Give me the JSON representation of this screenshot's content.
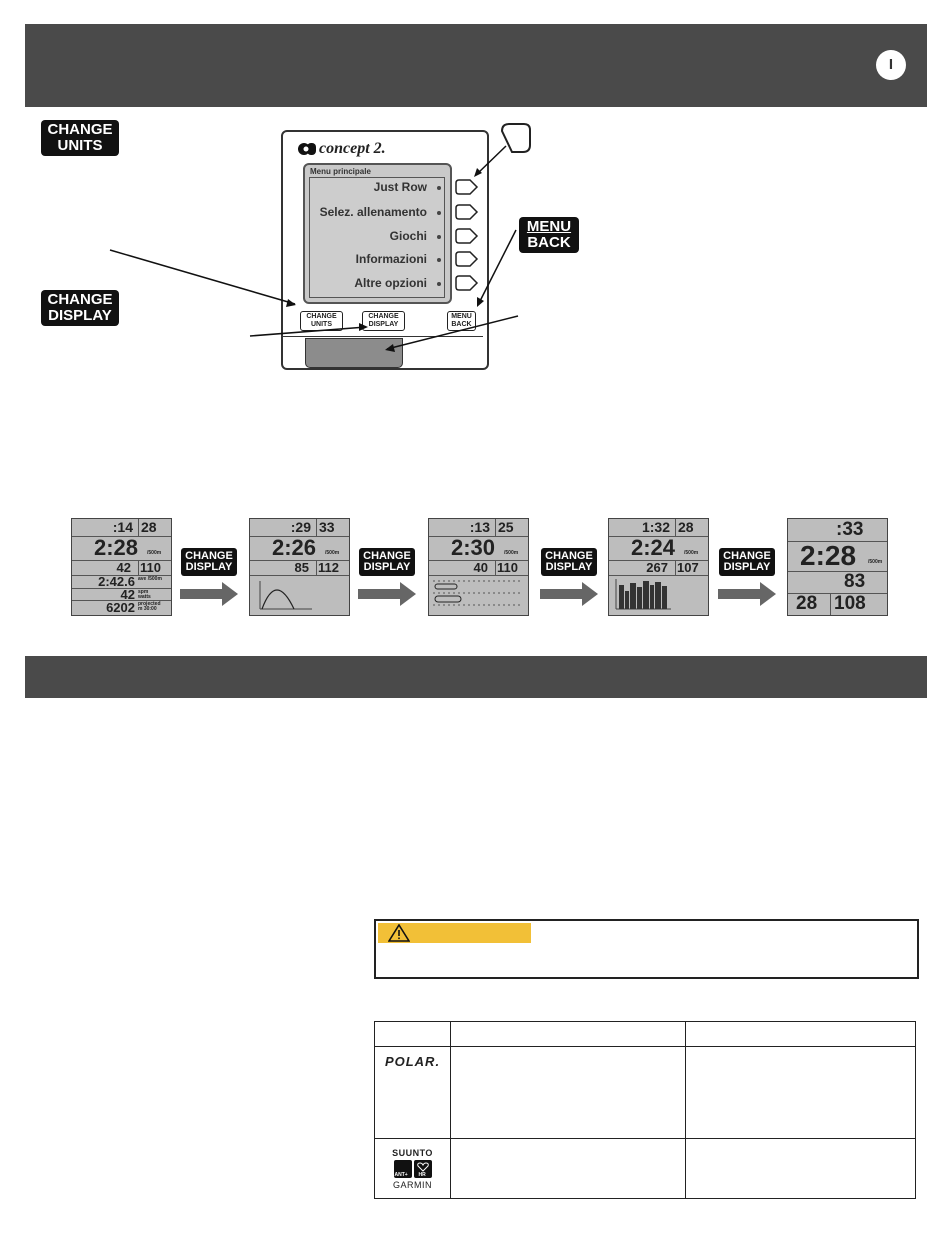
{
  "header": {
    "lang_badge": "I"
  },
  "keys": {
    "change_units": [
      "CHANGE",
      "UNITS"
    ],
    "change_display": [
      "CHANGE",
      "DISPLAY"
    ],
    "menu_back": [
      "MENU",
      "BACK"
    ]
  },
  "monitor": {
    "logo": "concept 2.",
    "menu_title": "Menu principale",
    "menu_items": [
      "Just Row",
      "Selez. allenamento",
      "Giochi",
      "Informazioni",
      "Altre opzioni"
    ],
    "buttons": {
      "change_units": [
        "CHANGE",
        "UNITS"
      ],
      "change_display": [
        "CHANGE",
        "DISPLAY"
      ],
      "menu_back": [
        "MENU",
        "BACK"
      ]
    }
  },
  "displays": [
    {
      "top_left": ":14",
      "top_right": "28",
      "main": "2:28",
      "main_unit": "/500m",
      "mid_left": "42",
      "mid_right": "110",
      "rows": [
        {
          "value": "2:42.6",
          "label": "ave /500m"
        },
        {
          "value": "42",
          "label": "spm watts"
        },
        {
          "value": "6202",
          "label": "projected m 30:00"
        }
      ]
    },
    {
      "top_left": ":29",
      "top_right": "33",
      "main": "2:26",
      "main_unit": "/500m",
      "mid_left": "85",
      "mid_right": "112"
    },
    {
      "top_left": ":13",
      "top_right": "25",
      "main": "2:30",
      "main_unit": "/500m",
      "mid_left": "40",
      "mid_right": "110"
    },
    {
      "top_left": "1:32",
      "top_right": "28",
      "main": "2:24",
      "main_unit": "/500m",
      "mid_left": "267",
      "mid_right": "107"
    },
    {
      "top": ":33",
      "main": "2:28",
      "main_unit": "/500m",
      "mid": "83",
      "bottom_left": "28",
      "bottom_right": "108"
    }
  ],
  "colors": {
    "band": "#4a4a4a",
    "warning": "#f2c037",
    "lcd": "#c9c9c9"
  },
  "icons": [
    "warning-triangle-icon",
    "polar-logo",
    "suunto-logo",
    "ant-plus-icon",
    "heart-rate-icon",
    "garmin-logo"
  ],
  "hr_table": {
    "brands": [
      "POLAR.",
      "SUUNTO",
      "GARMIN"
    ],
    "badges": [
      "ANT+",
      "HR"
    ]
  }
}
